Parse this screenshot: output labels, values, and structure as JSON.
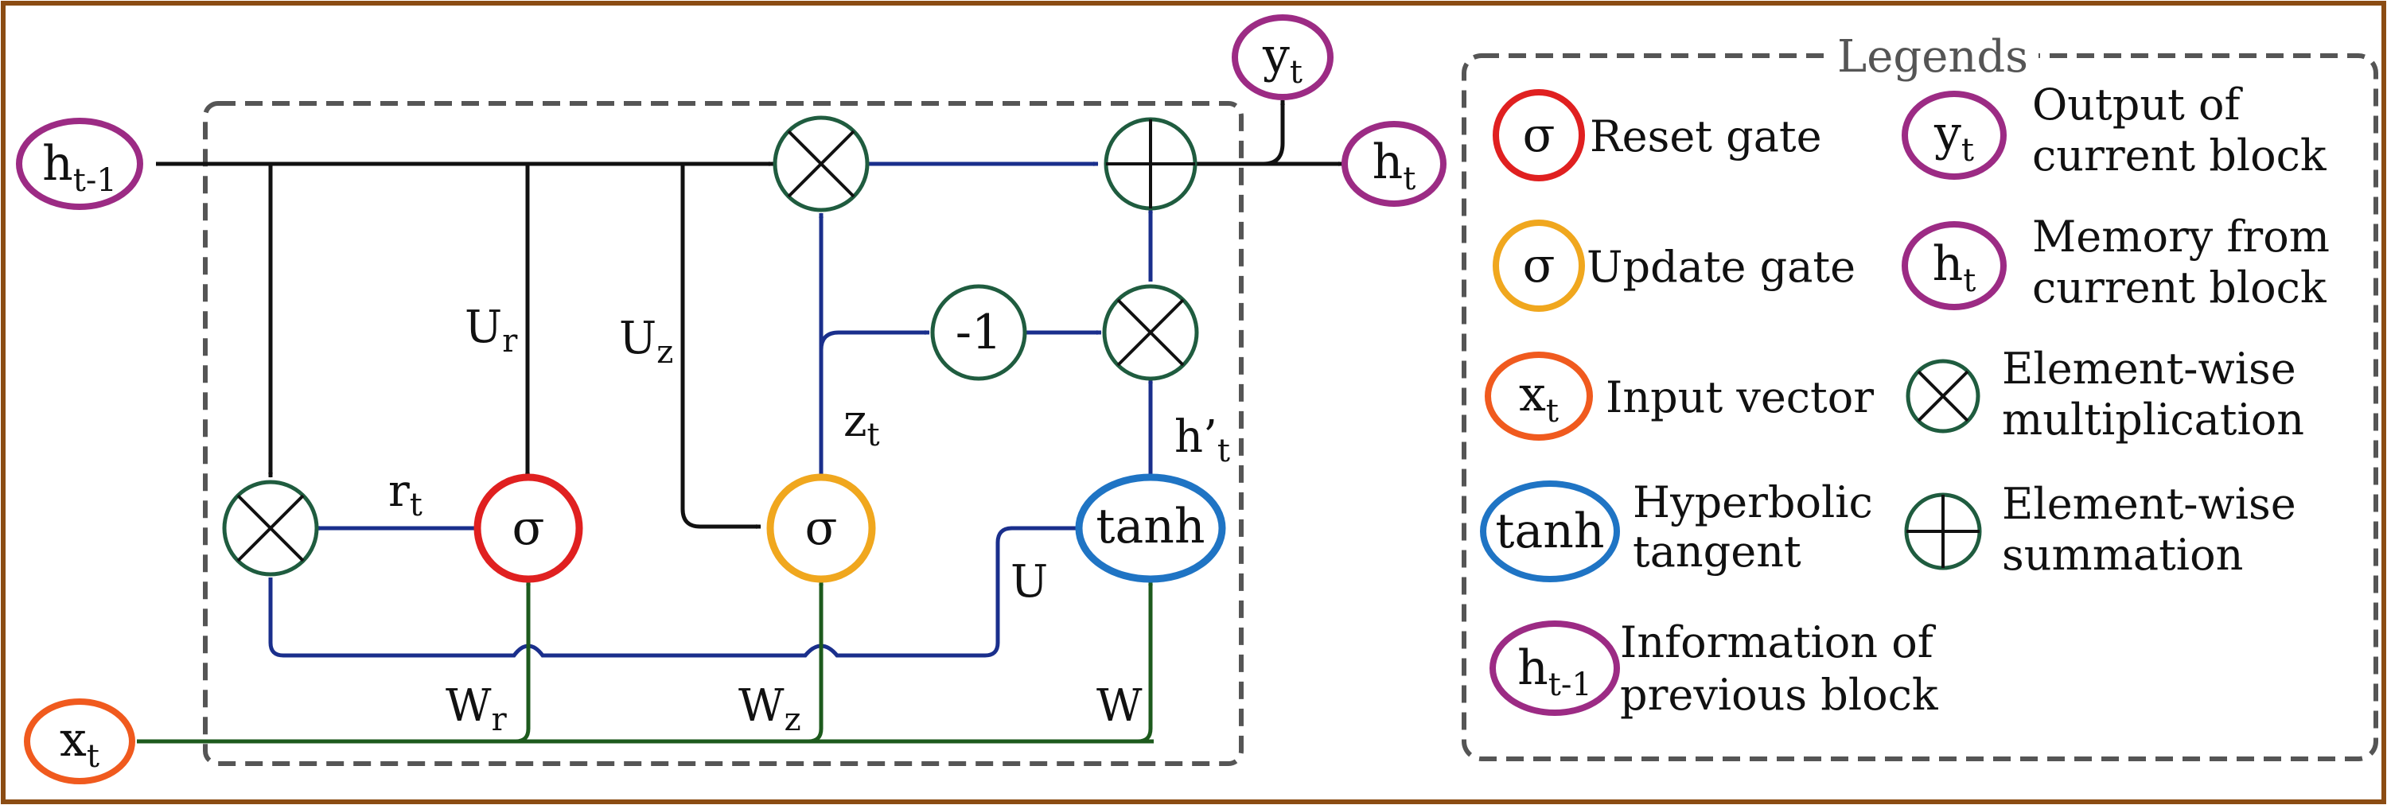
{
  "colors": {
    "frame": "#8b4c13",
    "reset": "#e02020",
    "update": "#f0a71e",
    "input": "#f05a1e",
    "tanh": "#1f74c4",
    "purple": "#9c2b84",
    "op": "#1f5c3f",
    "blue_line": "#1a2f8c",
    "green_line": "#1d5a1d",
    "black_line": "#111111",
    "dash": "#555555"
  },
  "nodes": {
    "h_prev": {
      "base": "h",
      "sub": "t-1"
    },
    "x_t": {
      "base": "x",
      "sub": "t"
    },
    "y_t": {
      "base": "y",
      "sub": "t"
    },
    "h_t": {
      "base": "h",
      "sub": "t"
    },
    "reset_sigma": "σ",
    "update_sigma": "σ",
    "tanh": "tanh",
    "minus_one": "-1"
  },
  "labels": {
    "U_r": {
      "base": "U",
      "sub": "r"
    },
    "U_z": {
      "base": "U",
      "sub": "z"
    },
    "r_t": {
      "base": "r",
      "sub": "t"
    },
    "z_t": {
      "base": "z",
      "sub": "t"
    },
    "h_prime_t": {
      "base": "h’",
      "sub": "t"
    },
    "U": "U",
    "W_r": {
      "base": "W",
      "sub": "r"
    },
    "W_z": {
      "base": "W",
      "sub": "z"
    },
    "W": "W"
  },
  "legend": {
    "title": "Legends",
    "items": [
      {
        "symbol": "σ",
        "text": [
          "Reset gate"
        ],
        "icon": "red-sigma-circle"
      },
      {
        "symbol": "y",
        "symbol_sub": "t",
        "text": [
          "Output of",
          "current block"
        ],
        "icon": "purple-y-circle"
      },
      {
        "symbol": "σ",
        "text": [
          "Update gate"
        ],
        "icon": "orange-sigma-circle"
      },
      {
        "symbol": "h",
        "symbol_sub": "t",
        "text": [
          "Memory from",
          "current block"
        ],
        "icon": "purple-h-circle"
      },
      {
        "symbol": "x",
        "symbol_sub": "t",
        "text": [
          "Input vector"
        ],
        "icon": "orange-x-circle"
      },
      {
        "symbol": "⊗",
        "text": [
          "Element-wise",
          "multiplication"
        ],
        "icon": "multiply-circle"
      },
      {
        "symbol": "tanh",
        "text": [
          "Hyperbolic",
          "tangent"
        ],
        "icon": "blue-tanh-circle"
      },
      {
        "symbol": "⊕",
        "text": [
          "Element-wise",
          "summation"
        ],
        "icon": "sum-circle"
      },
      {
        "symbol": "h",
        "symbol_sub": "t-1",
        "text": [
          "Information of",
          "previous block"
        ],
        "icon": "purple-hprev-circle"
      }
    ]
  }
}
